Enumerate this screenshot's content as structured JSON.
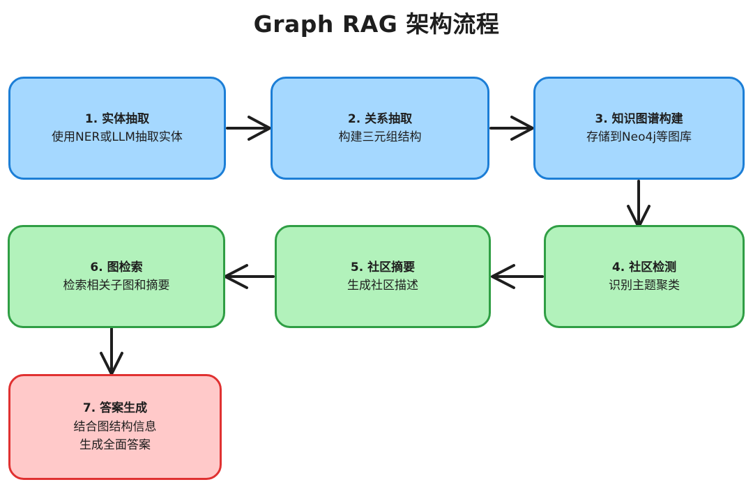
{
  "title": "Graph RAG 架构流程",
  "colors": {
    "blue_fill": "#a5d8ff",
    "blue_stroke": "#1c7ed6",
    "green_fill": "#b2f2bb",
    "green_stroke": "#2f9e44",
    "red_fill": "#ffc9c9",
    "red_stroke": "#e03131",
    "arrow": "#1e1e1e",
    "text": "#1e1e1e",
    "background": "#ffffff"
  },
  "nodes": [
    {
      "id": "step-1",
      "heading": "1. 实体抽取",
      "detail": "使用NER或LLM抽取实体",
      "detail2": "",
      "style": "blue"
    },
    {
      "id": "step-2",
      "heading": "2. 关系抽取",
      "detail": "构建三元组结构",
      "detail2": "",
      "style": "blue"
    },
    {
      "id": "step-3",
      "heading": "3. 知识图谱构建",
      "detail": "存储到Neo4j等图库",
      "detail2": "",
      "style": "blue"
    },
    {
      "id": "step-4",
      "heading": "4. 社区检测",
      "detail": "识别主题聚类",
      "detail2": "",
      "style": "green"
    },
    {
      "id": "step-5",
      "heading": "5. 社区摘要",
      "detail": "生成社区描述",
      "detail2": "",
      "style": "green"
    },
    {
      "id": "step-6",
      "heading": "6. 图检索",
      "detail": "检索相关子图和摘要",
      "detail2": "",
      "style": "green"
    },
    {
      "id": "step-7",
      "heading": "7. 答案生成",
      "detail": "结合图结构信息",
      "detail2": "生成全面答案",
      "style": "red"
    }
  ],
  "edges": [
    {
      "id": "edge-1-2",
      "from": "step-1",
      "to": "step-2",
      "direction": "right"
    },
    {
      "id": "edge-2-3",
      "from": "step-2",
      "to": "step-3",
      "direction": "right"
    },
    {
      "id": "edge-3-4",
      "from": "step-3",
      "to": "step-4",
      "direction": "down"
    },
    {
      "id": "edge-4-5",
      "from": "step-4",
      "to": "step-5",
      "direction": "left"
    },
    {
      "id": "edge-5-6",
      "from": "step-5",
      "to": "step-6",
      "direction": "left"
    },
    {
      "id": "edge-6-7",
      "from": "step-6",
      "to": "step-7",
      "direction": "down"
    }
  ]
}
